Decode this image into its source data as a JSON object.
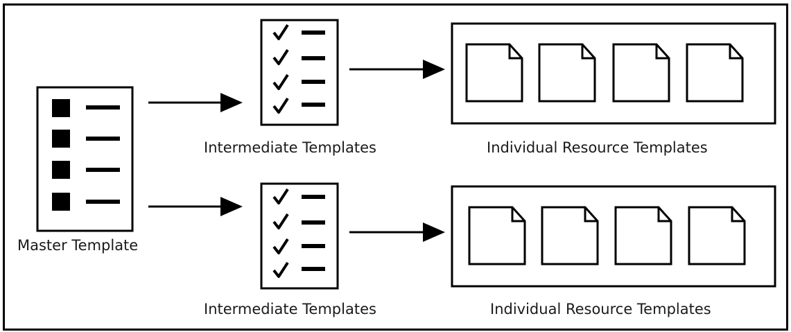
{
  "labels": {
    "master": "Master Template",
    "intermediate_top": "Intermediate Templates",
    "intermediate_bottom": "Intermediate Templates",
    "resources_top": "Individual Resource Templates",
    "resources_bottom": "Individual Resource Templates"
  },
  "icons": {
    "master": "bulleted-list-document-icon",
    "intermediate": "checklist-document-icon",
    "resource": "file-icon",
    "arrow": "right-arrow-icon"
  },
  "colors": {
    "stroke": "#000000",
    "background": "#ffffff",
    "text": "#1a1a1a"
  }
}
